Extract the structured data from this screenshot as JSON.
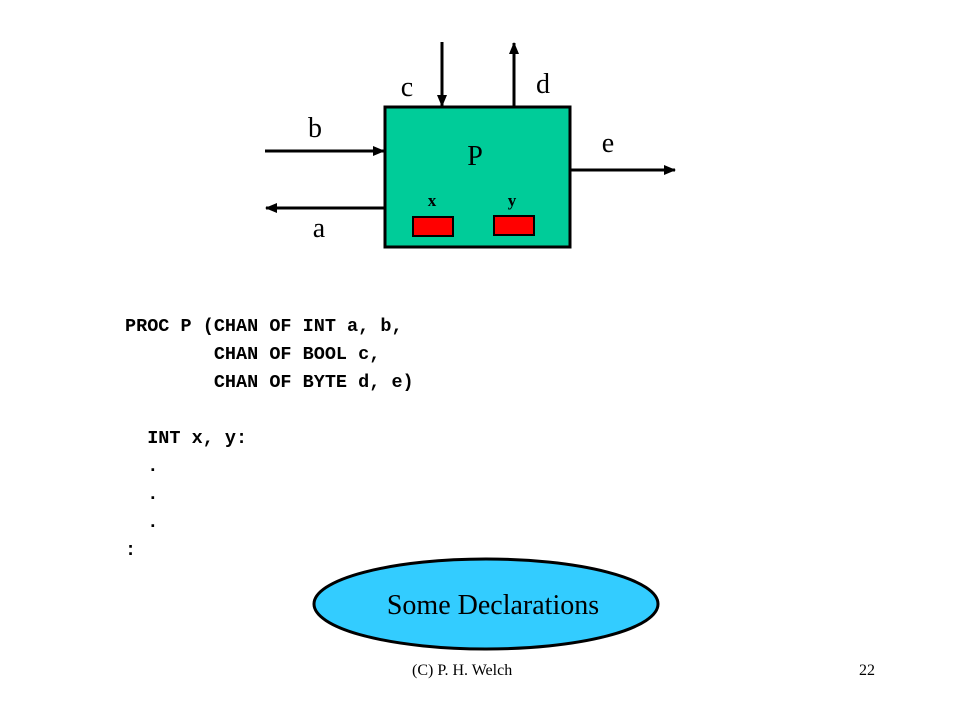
{
  "diagram": {
    "process_label": "P",
    "process_color": "#00cc99",
    "variable_color": "#ff0000",
    "callout_color": "#33ccff",
    "channels": {
      "a": "a",
      "b": "b",
      "c": "c",
      "d": "d",
      "e": "e"
    },
    "variables": {
      "x": "x",
      "y": "y"
    }
  },
  "code_lines": [
    "PROC P (CHAN OF INT a, b,",
    "        CHAN OF BOOL c,",
    "        CHAN OF BYTE d, e)",
    "",
    "  INT x, y:",
    "  .",
    "  .",
    "  .",
    ":"
  ],
  "callout": {
    "text": "Some Declarations"
  },
  "footer": {
    "author": "(C) P. H. Welch",
    "page": "22"
  }
}
